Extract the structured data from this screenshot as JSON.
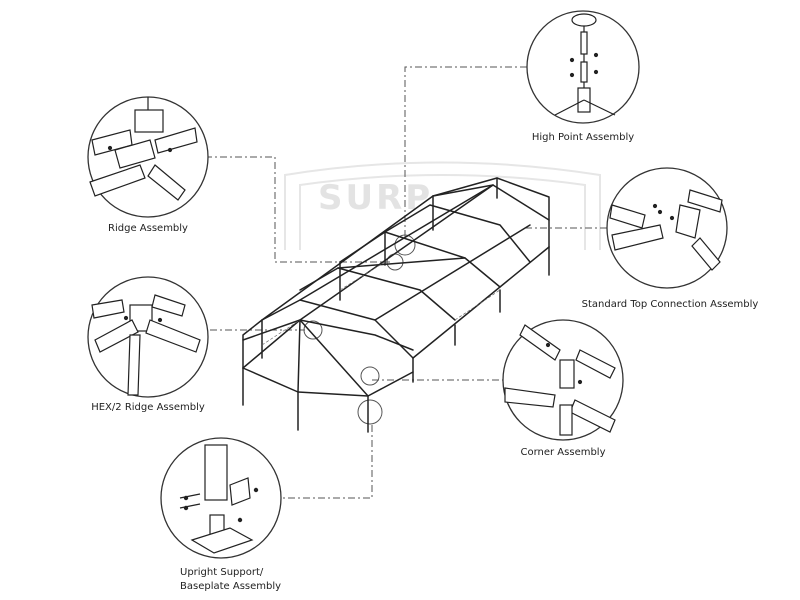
{
  "watermark": "SURP",
  "labels": {
    "high_point": "High Point Assembly",
    "ridge": "Ridge Assembly",
    "standard_top": "Standard Top Connection Assembly",
    "hex2_ridge": "HEX/2 Ridge Assembly",
    "corner": "Corner Assembly",
    "upright_line1": "Upright Support/",
    "upright_line2": "Baseplate Assembly"
  },
  "colors": {
    "line": "#222222",
    "leader": "#555555",
    "watermark": "#e3e3e3"
  }
}
